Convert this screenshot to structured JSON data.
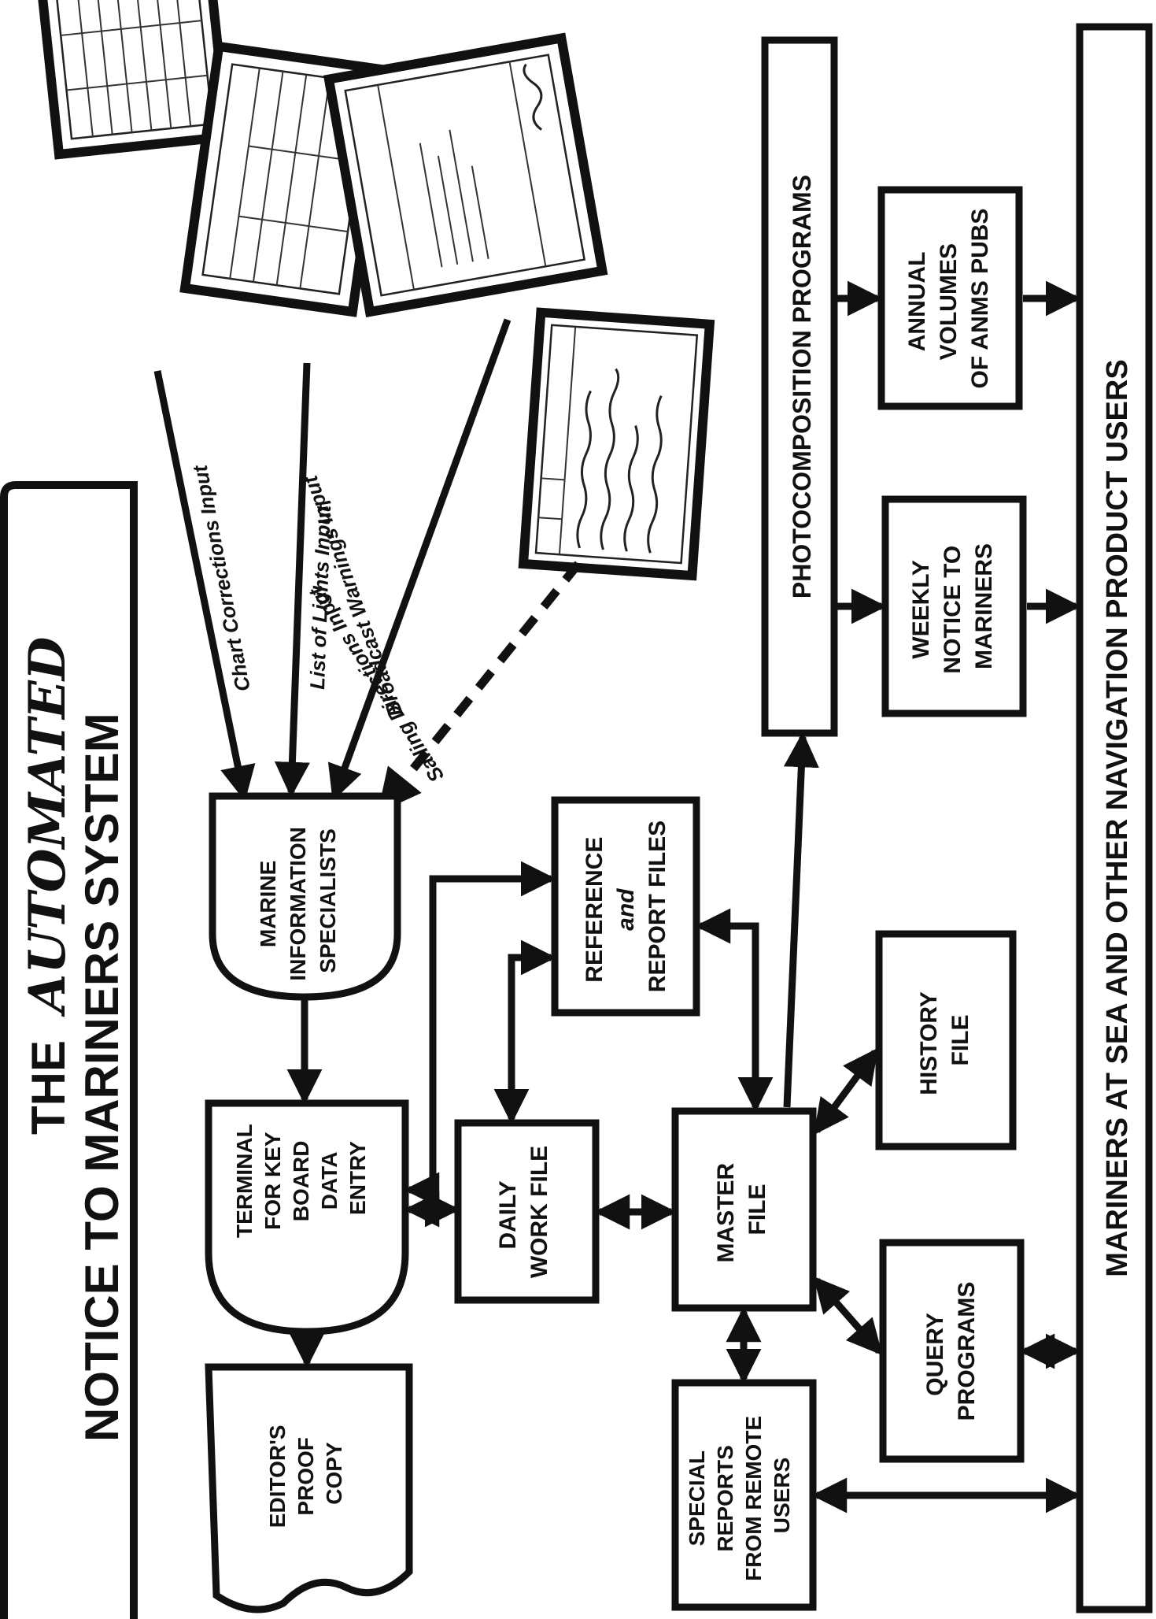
{
  "title": {
    "line1_prefix": "THE",
    "line1_script": "AUTOMATED",
    "line2": "NOTICE TO MARINERS SYSTEM"
  },
  "inputs": {
    "chart_corrections": "Chart Corrections Input",
    "list_of_lights": "List of Lights Input",
    "broadcast_warnings": "Broadcast Warnings Input",
    "sailing_directions": "Sailing Directions Input"
  },
  "nodes": {
    "marine_info_specialists": [
      "MARINE",
      "INFORMATION",
      "SPECIALISTS"
    ],
    "terminal": [
      "TERMINAL",
      "FOR KEY",
      "BOARD",
      "DATA",
      "ENTRY"
    ],
    "editors_proof": [
      "EDITOR'S",
      "PROOF",
      "COPY"
    ],
    "daily_work_file": [
      "DAILY",
      "WORK FILE"
    ],
    "reference_report_files": [
      "REFERENCE",
      "and",
      "REPORT FILES"
    ],
    "master_file": [
      "MASTER",
      "FILE"
    ],
    "history_file": [
      "HISTORY",
      "FILE"
    ],
    "query_programs": [
      "QUERY",
      "PROGRAMS"
    ],
    "special_reports": [
      "SPECIAL",
      "REPORTS",
      "FROM REMOTE",
      "USERS"
    ],
    "photocomposition": "PHOTOCOMPOSITION PROGRAMS",
    "weekly_notice": [
      "WEEKLY",
      "NOTICE TO",
      "MARINERS"
    ],
    "annual_volumes": [
      "ANNUAL",
      "VOLUMES",
      "OF ANMS PUBS"
    ],
    "mariners_users": "MARINERS AT SEA AND OTHER NAVIGATION PRODUCT USERS"
  }
}
